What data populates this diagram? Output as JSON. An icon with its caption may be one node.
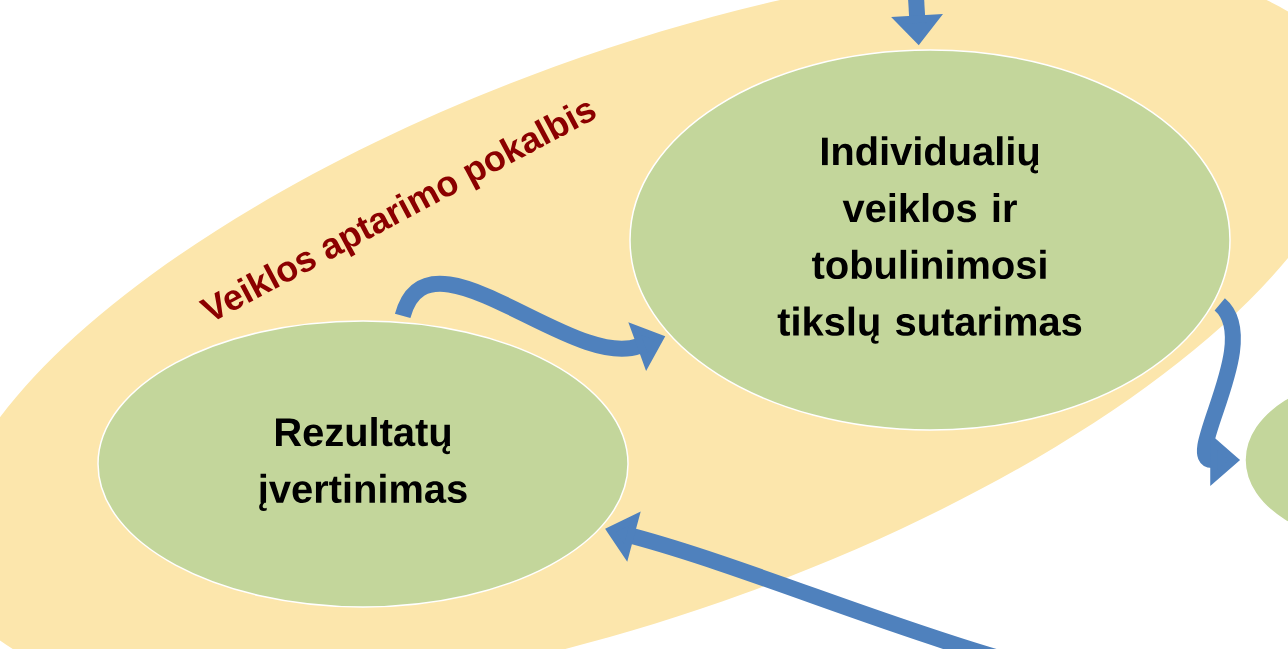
{
  "diagram": {
    "nodes": [
      {
        "text": [
          "Veiklos aptarimo pokalbis"
        ]
      },
      {
        "text": [
          "Rezultatų įvertinimas"
        ],
        "in": 0
      },
      {
        "text": [
          "Individualių veiklos ir tobulinimosi tikslų sutarimas"
        ],
        "in": 0
      },
      {
        "text": [],
        "shape": "circle"
      }
    ],
    "edges": [
      {
        "from": null,
        "to": 2,
        "arrow": "to"
      },
      {
        "from": 1,
        "to": 2,
        "arrow": "to"
      },
      {
        "from": 2,
        "to": 3,
        "arrow": "to"
      },
      {
        "from": 3,
        "to": 1,
        "arrow": "to"
      }
    ]
  }
}
